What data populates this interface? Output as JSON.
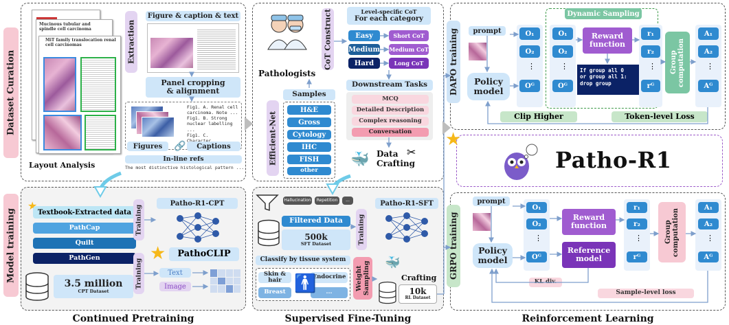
{
  "curation": {
    "section_label": "Dataset Curation",
    "doc1_title": "Mucinous tubular and spindle cell carcinoma",
    "doc2_title": "MiT family translocation renal cell carcinomas",
    "extraction_label": "Extraction",
    "figure_caption_text": "Figure & caption & text",
    "panel_cropping": "Panel cropping & alignment",
    "captions_lines": [
      "Fig1. A. Renal cell",
      "carcinoma. Note ...",
      "Fig1. B. Strong",
      "nuclear labelling ...",
      "Fig1. C. Character..."
    ],
    "figures_label": "Figures",
    "captions_label": "Captions",
    "inline_refs_label": "In-line refs",
    "inline_refs_text": "The most distinctive histological pattern ...",
    "layout_analysis": "Layout Analysis"
  },
  "cot": {
    "pathologists_label": "Pathologists",
    "cot_construct_label": "CoT Construct",
    "level_specific_title": "Level-specific CoT",
    "level_specific_sub": "For each category",
    "levels": [
      {
        "level": "Easy",
        "cot": "Short CoT"
      },
      {
        "level": "Medium",
        "cot": "Medium CoT"
      },
      {
        "level": "Hard",
        "cot": "Long CoT"
      }
    ],
    "efficient_net_label": "Efficient-Net",
    "samples_label": "Samples",
    "sample_types": [
      "H&E",
      "Gross",
      "Cytology",
      "IHC",
      "FISH",
      "other"
    ],
    "downstream_title": "Downstream Tasks",
    "tasks": [
      "MCQ",
      "Detailed Description",
      "Complex reasoning",
      "Conversation"
    ],
    "data_crafting": "Data Crafting"
  },
  "rl_top": {
    "dapo_label": "DAPO training",
    "prompt_label": "prompt",
    "policy_model": "Policy model",
    "dynamic_sampling": "Dynamic Sampling",
    "o_labels": [
      "O₁",
      "O₂",
      "⋮",
      "Oᴳ"
    ],
    "reward_function": "Reward function",
    "filter_code": "If group all 0\nor group all 1:\ndrop group",
    "r_labels": [
      "r₁",
      "r₂",
      "⋮",
      "rᴳ"
    ],
    "group_computation": "Group computation",
    "a_labels": [
      "A₁",
      "A₂",
      "⋮",
      "Aᴳ"
    ],
    "clip_higher": "Clip Higher",
    "token_level_loss": "Token-level Loss"
  },
  "brand": {
    "title": "Patho-R1"
  },
  "cpt": {
    "section_label": "Model training",
    "datasets": [
      "Textbook-Extracted data",
      "PathCap",
      "Quilt",
      "PathGen"
    ],
    "training_label": "Training",
    "model_name": "Patho-R1-CPT",
    "pathoclip": "PathoCLIP",
    "text_label": "Text",
    "image_label": "Image",
    "dataset_size": "3.5 million",
    "dataset_sub": "CPT Dataset",
    "caption": "Continued Pretraining"
  },
  "sft": {
    "filter_tags": [
      "Hallucination",
      "Repetition",
      "..."
    ],
    "filtered_data": "Filtered Data",
    "size": "500k",
    "size_sub": "SFT Dataset",
    "training_label": "Training",
    "model_name": "Patho-R1-SFT",
    "classify_label": "Classify by tissue system",
    "tissues": [
      "Skin & hair",
      "Endocrine",
      "Breast",
      "..."
    ],
    "weight_sampling": "Weight Sampling",
    "crafting": "Crafting",
    "rl_size": "10k",
    "rl_sub": "RL Dataset",
    "caption": "Supervised Fine-Tuning"
  },
  "rl_bottom": {
    "grpo_label": "GRPO training",
    "prompt_label": "prompt",
    "policy_model": "Policy model",
    "o_labels": [
      "O₁",
      "O₂",
      "⋮",
      "Oᴳ"
    ],
    "reward_function": "Reward function",
    "reference_model": "Reference model",
    "r_labels": [
      "r₁",
      "r₂",
      "⋮",
      "rᴳ"
    ],
    "group_computation": "Group computation",
    "a_labels": [
      "A₁",
      "A₂",
      "⋮",
      "Aᴳ"
    ],
    "kl_div": "KL div.",
    "sample_level_loss": "Sample-level loss",
    "caption": "Reinforcement Learning"
  },
  "colors": {
    "pink": "#f7c9d3",
    "green": "#c7e6c9",
    "navy": "#0b2266",
    "blue": "#2f8ad0",
    "purple": "#a05cd0"
  }
}
